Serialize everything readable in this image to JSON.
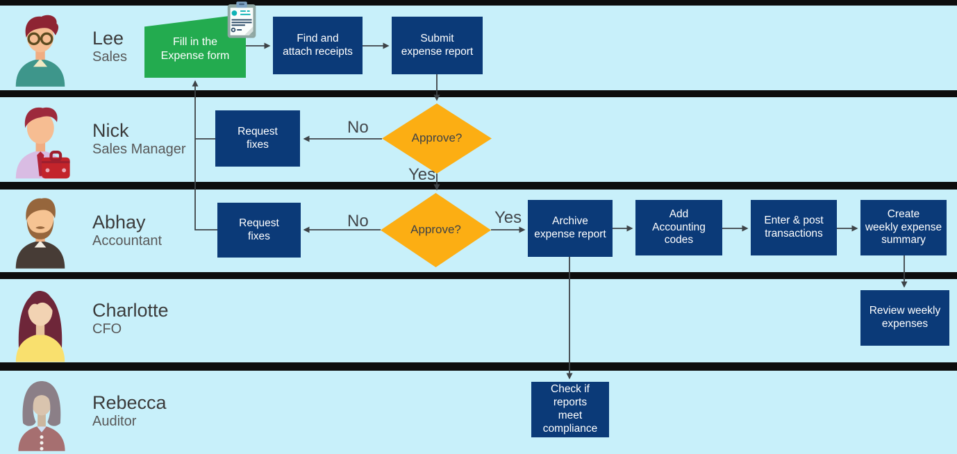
{
  "colors": {
    "bg": "#C8F0FA",
    "navy": "#0B3A78",
    "green": "#23AB4F",
    "amber": "#FCAE13",
    "ink": "#3E4347",
    "divider": "#0D0D0D",
    "white": "#FFFFFF"
  },
  "icons": {
    "expense_form": "clipboard-document-icon"
  },
  "lanes": [
    {
      "name": "Lee",
      "role": "Sales"
    },
    {
      "name": "Nick",
      "role": "Sales Manager"
    },
    {
      "name": "Abhay",
      "role": "Accountant"
    },
    {
      "name": "Charlotte",
      "role": "CFO"
    },
    {
      "name": "Rebecca",
      "role": "Auditor"
    }
  ],
  "nodes": {
    "fill_form": {
      "label": "Fill in the\nExpense form"
    },
    "find_receipts": {
      "label": "Find and\nattach receipts"
    },
    "submit_report": {
      "label": "Submit\nexpense report"
    },
    "request_fixes_nick": {
      "label": "Request\nfixes"
    },
    "approve_nick": {
      "label": "Approve?"
    },
    "request_fixes_abhay": {
      "label": "Request\nfixes"
    },
    "approve_abhay": {
      "label": "Approve?"
    },
    "archive_report": {
      "label": "Archive\nexpense report"
    },
    "add_codes": {
      "label": "Add\nAccounting\ncodes"
    },
    "enter_post": {
      "label": "Enter & post\ntransactions"
    },
    "create_summary": {
      "label": "Create\nweekly expense\nsummary"
    },
    "review_weekly": {
      "label": "Review weekly\nexpenses"
    },
    "check_compliance": {
      "label": "Check if\nreports\nmeet\ncompliance"
    }
  },
  "edge_labels": {
    "nick_no": "No",
    "nick_yes": "Yes",
    "abhay_no": "No",
    "abhay_yes": "Yes"
  }
}
